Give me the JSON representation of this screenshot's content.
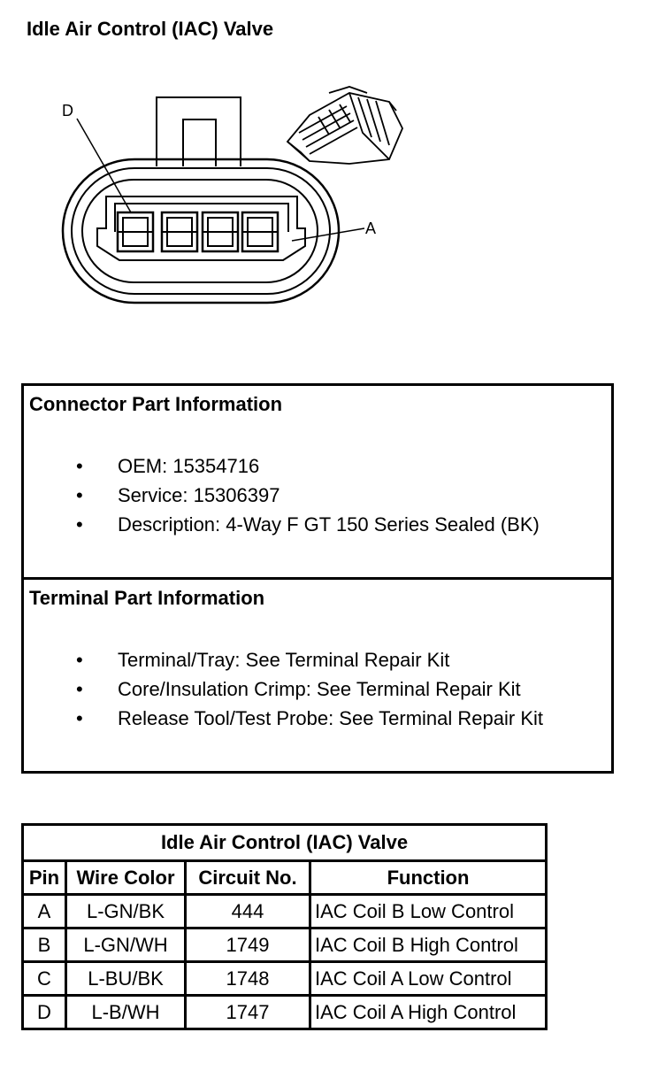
{
  "page": {
    "title": "Idle Air Control (IAC) Valve"
  },
  "diagram": {
    "callouts": [
      "D",
      "A"
    ]
  },
  "connector_info": {
    "heading": "Connector Part Information",
    "items": [
      "OEM: 15354716",
      "Service: 15306397",
      "Description: 4-Way F GT 150 Series Sealed (BK)"
    ]
  },
  "terminal_info": {
    "heading": "Terminal Part Information",
    "items": [
      "Terminal/Tray: See Terminal Repair Kit",
      "Core/Insulation Crimp: See Terminal Repair Kit",
      "Release Tool/Test Probe: See Terminal Repair Kit"
    ]
  },
  "bullet_glyph": "•",
  "pin_table": {
    "caption": "Idle Air Control (IAC) Valve",
    "headers": [
      "Pin",
      "Wire Color",
      "Circuit No.",
      "Function"
    ],
    "rows": [
      [
        "A",
        "L-GN/BK",
        "444",
        "IAC Coil B Low Control"
      ],
      [
        "B",
        "L-GN/WH",
        "1749",
        "IAC Coil B High Control"
      ],
      [
        "C",
        "L-BU/BK",
        "1748",
        "IAC Coil A Low Control"
      ],
      [
        "D",
        "L-B/WH",
        "1747",
        "IAC Coil A High Control"
      ]
    ]
  }
}
